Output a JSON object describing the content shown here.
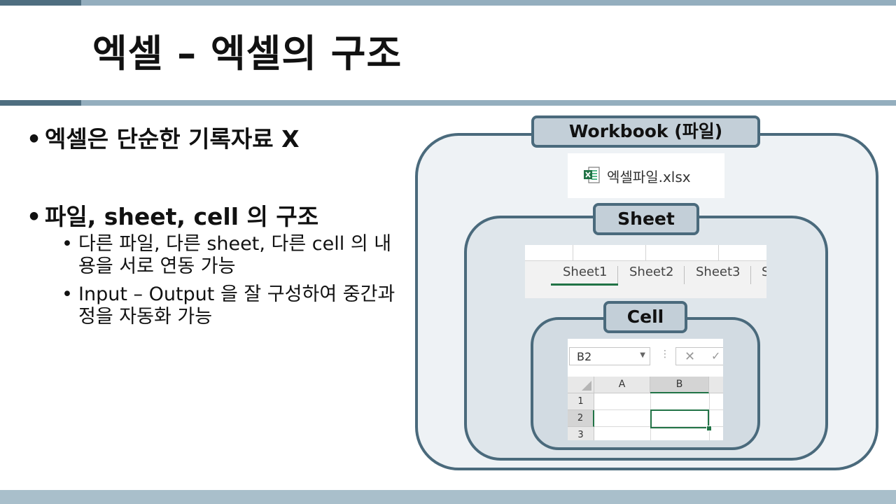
{
  "slide": {
    "title": "엑셀 – 엑셀의 구조",
    "bullets": [
      {
        "text": "엑셀은 단순한 기록자료 X"
      },
      {
        "text": "파일, sheet, cell 의 구조",
        "sub": [
          "다른 파일, 다른 sheet, 다른 cell 의 내용을 서로 연동 가능",
          "Input – Output 을 잘 구성하여 중간과정을 자동화 가능"
        ]
      }
    ],
    "bullet_glyph": "•"
  },
  "diagram": {
    "workbook_label": "Workbook (파일)",
    "sheet_label": "Sheet",
    "cell_label": "Cell",
    "file_name": "엑셀파일.xlsx",
    "file_icon": "excel-file-icon",
    "sheet_tabs": [
      "Sheet1",
      "Sheet2",
      "Sheet3",
      "S"
    ],
    "active_tab": "Sheet1",
    "cell_view": {
      "name_box": "B2",
      "cancel_glyph": "✕",
      "enter_glyph": "✓",
      "columns": [
        "A",
        "B"
      ],
      "rows": [
        "1",
        "2",
        "3"
      ],
      "selected_cell": "B2"
    }
  },
  "colors": {
    "frame": "#4a6a7c",
    "band": "#94aebe",
    "band_accent": "#4f6e80",
    "excel_green": "#217346"
  }
}
